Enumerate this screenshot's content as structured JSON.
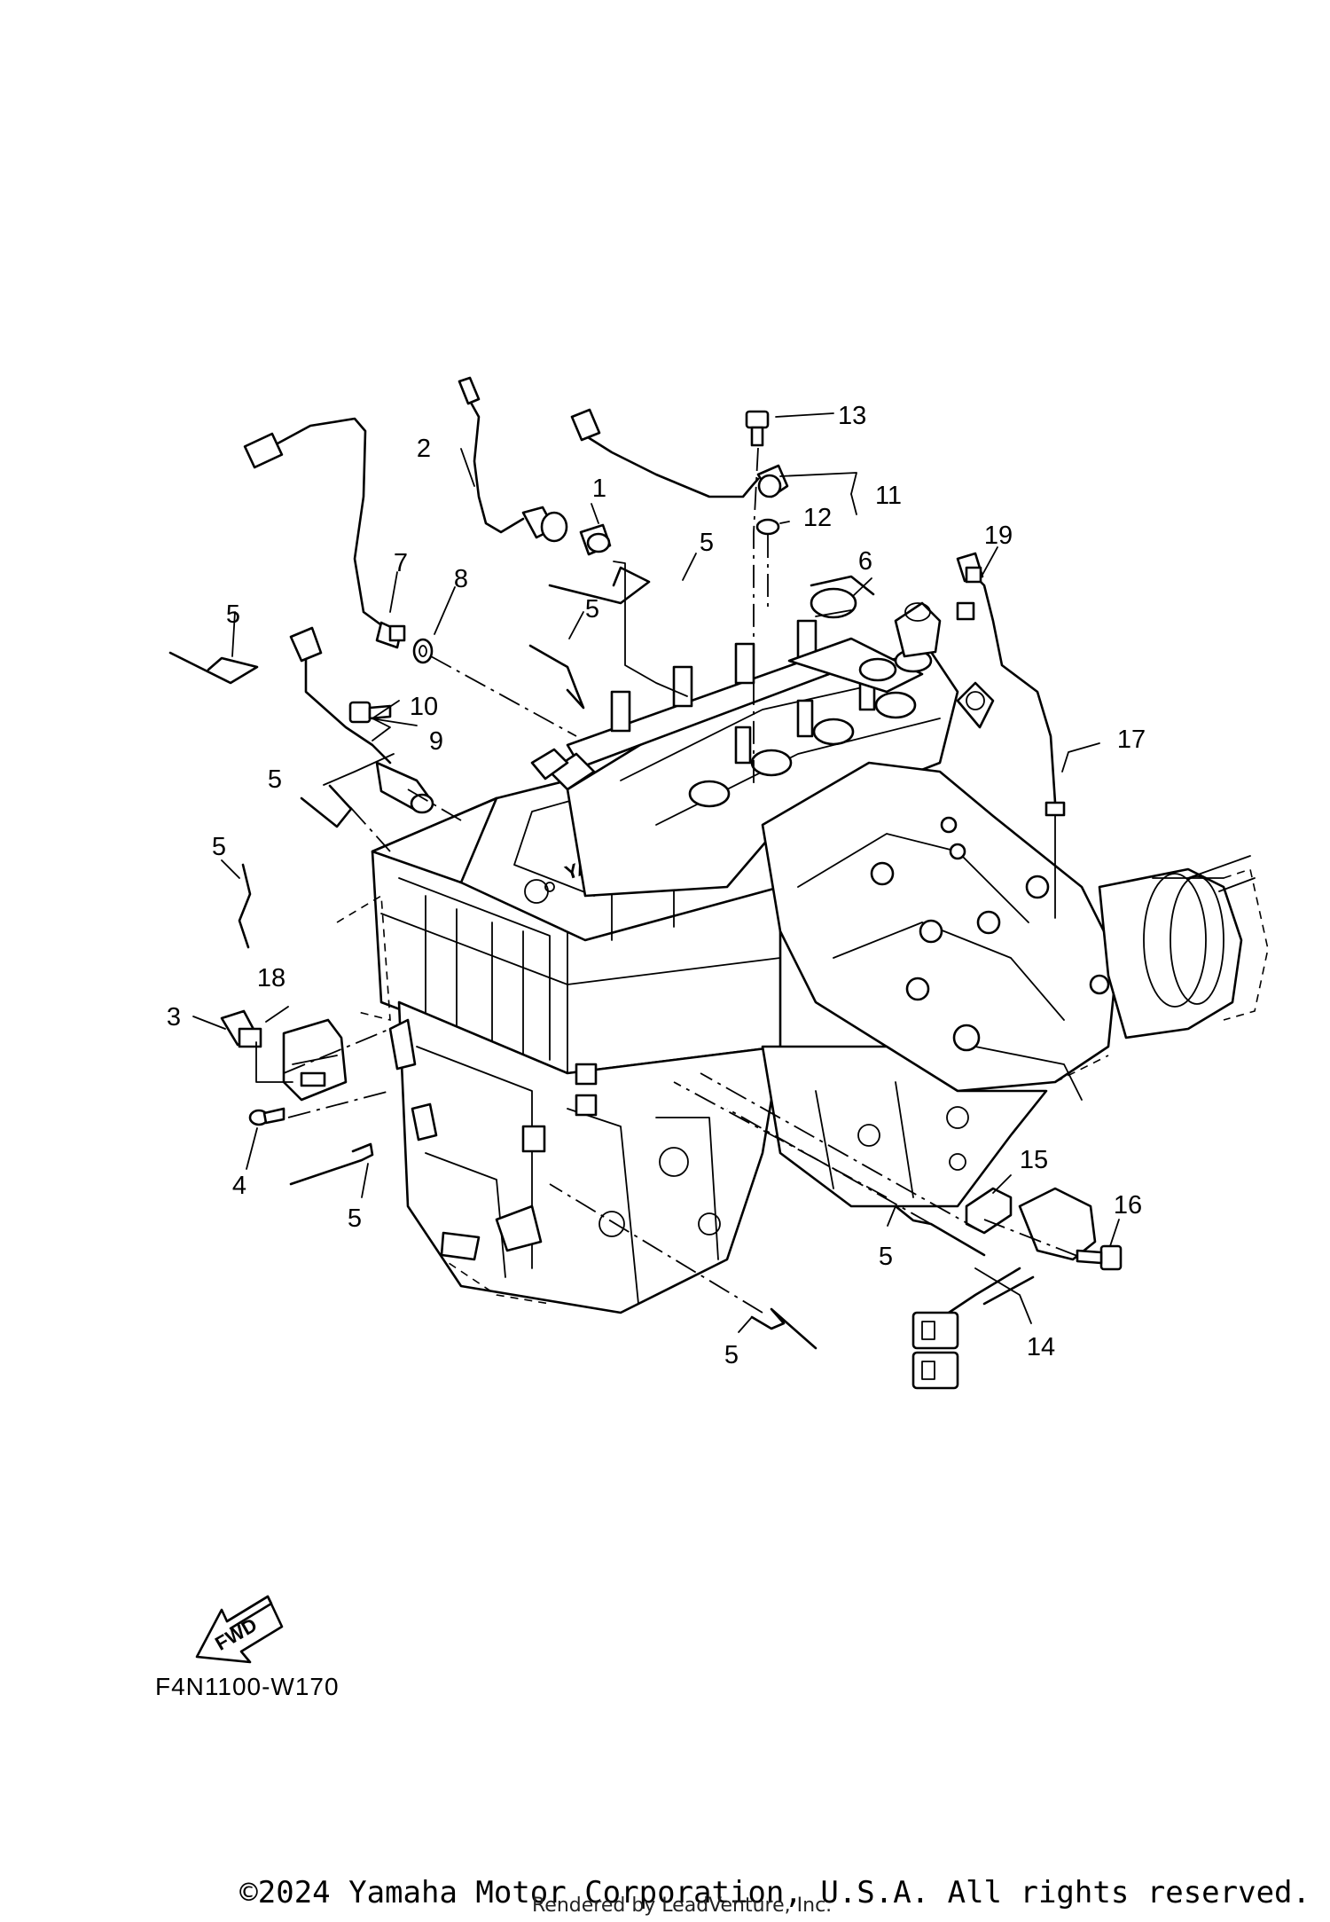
{
  "diagram": {
    "code": "F4N1100-W170",
    "fwd_label": "FWD",
    "brand_mark": "YAMAHA",
    "callouts": [
      "1",
      "2",
      "3",
      "4",
      "5",
      "6",
      "7",
      "8",
      "9",
      "10",
      "11",
      "12",
      "13",
      "14",
      "15",
      "16",
      "17",
      "18",
      "19"
    ]
  },
  "footer": {
    "copyright": "©2024 Yamaha Motor Corporation, U.S.A. All rights reserved.",
    "renderer": "Rendered by LeadVenture, Inc."
  }
}
